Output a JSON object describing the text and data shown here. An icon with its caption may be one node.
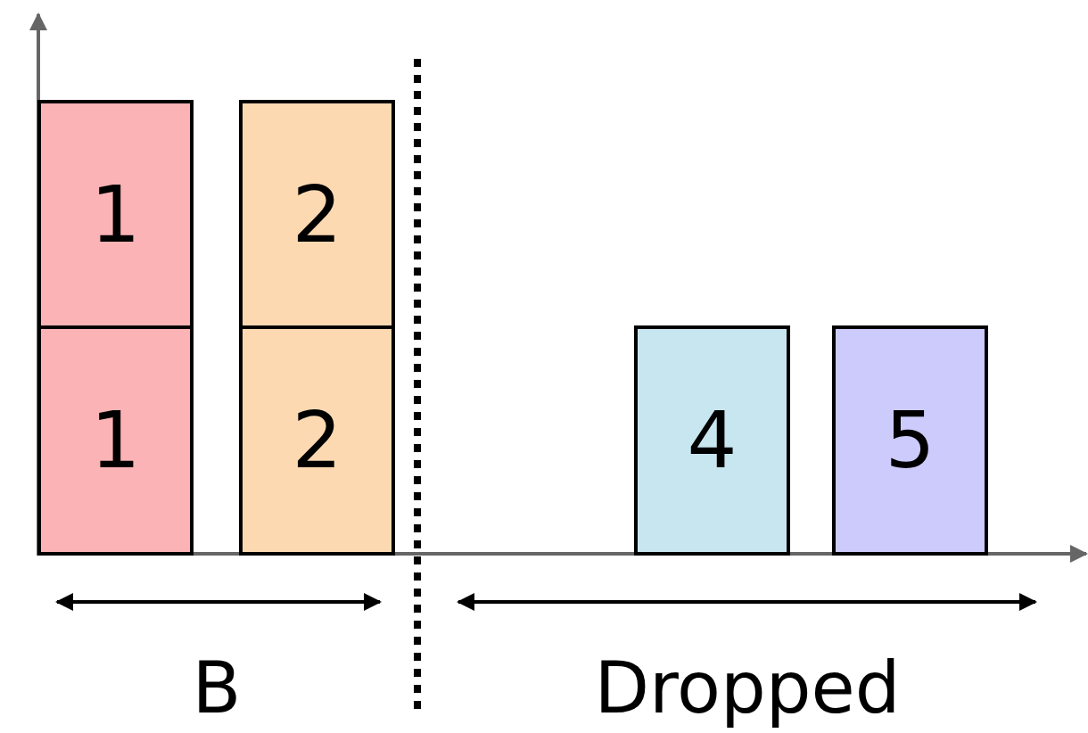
{
  "diagram": {
    "nodes": [
      {
        "text": [
          "1"
        ]
      },
      {
        "text": [
          "2"
        ]
      },
      {
        "text": [
          "1"
        ]
      },
      {
        "text": [
          "2"
        ]
      },
      {
        "text": [
          "4"
        ]
      },
      {
        "text": [
          "5"
        ]
      }
    ],
    "labels": [
      "B",
      "Dropped"
    ]
  }
}
